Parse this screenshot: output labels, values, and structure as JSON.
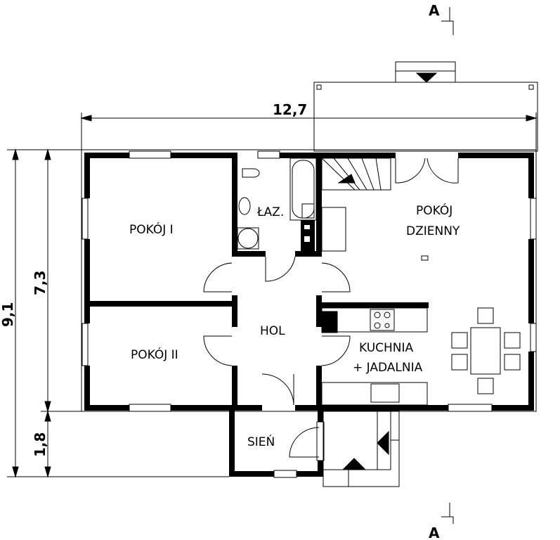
{
  "section_marks": {
    "top": "A",
    "bottom": "A"
  },
  "dimensions": {
    "total_width": "12,7",
    "total_depth": "9,1",
    "house_depth": "7,3",
    "vestibule_depth": "1,8"
  },
  "rooms": {
    "pokoj1": "POKÓJ  I",
    "pokoj2": "POKÓJ  II",
    "lazienka": "ŁAZ.",
    "dzienny_line1": "POKÓJ",
    "dzienny_line2": "DZIENNY",
    "hol": "HOL",
    "kuchnia_line1": "KUCHNIA",
    "kuchnia_line2": "+ JADALNIA",
    "sien": "SIEŃ"
  }
}
